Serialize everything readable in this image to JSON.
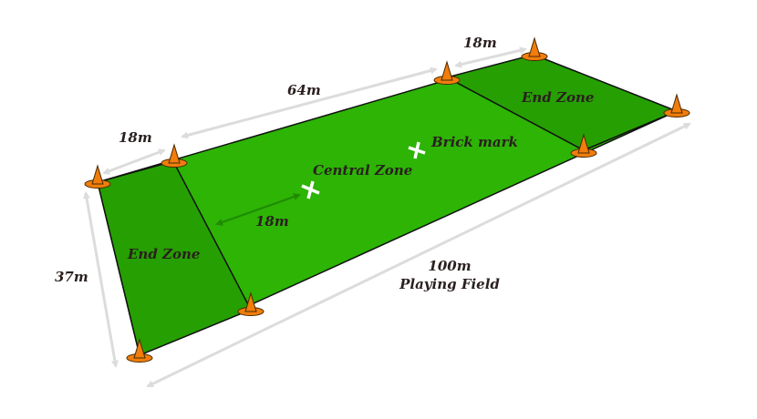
{
  "labels": {
    "end_zone_left": "End Zone",
    "end_zone_right": "End Zone",
    "central_zone": "Central Zone",
    "brick_mark": "Brick mark",
    "dim_endzone_depth_left": "18m",
    "dim_central_length": "64m",
    "dim_endzone_depth_right": "18m",
    "dim_width": "37m",
    "dim_brick_distance": "18m",
    "dim_total_length": "100m",
    "playing_field": "Playing Field"
  },
  "colors": {
    "central": "#2db405",
    "end_zone": "#269f02",
    "cone": "#f07d0c",
    "dimension_arrow": "#dcdcdc"
  }
}
